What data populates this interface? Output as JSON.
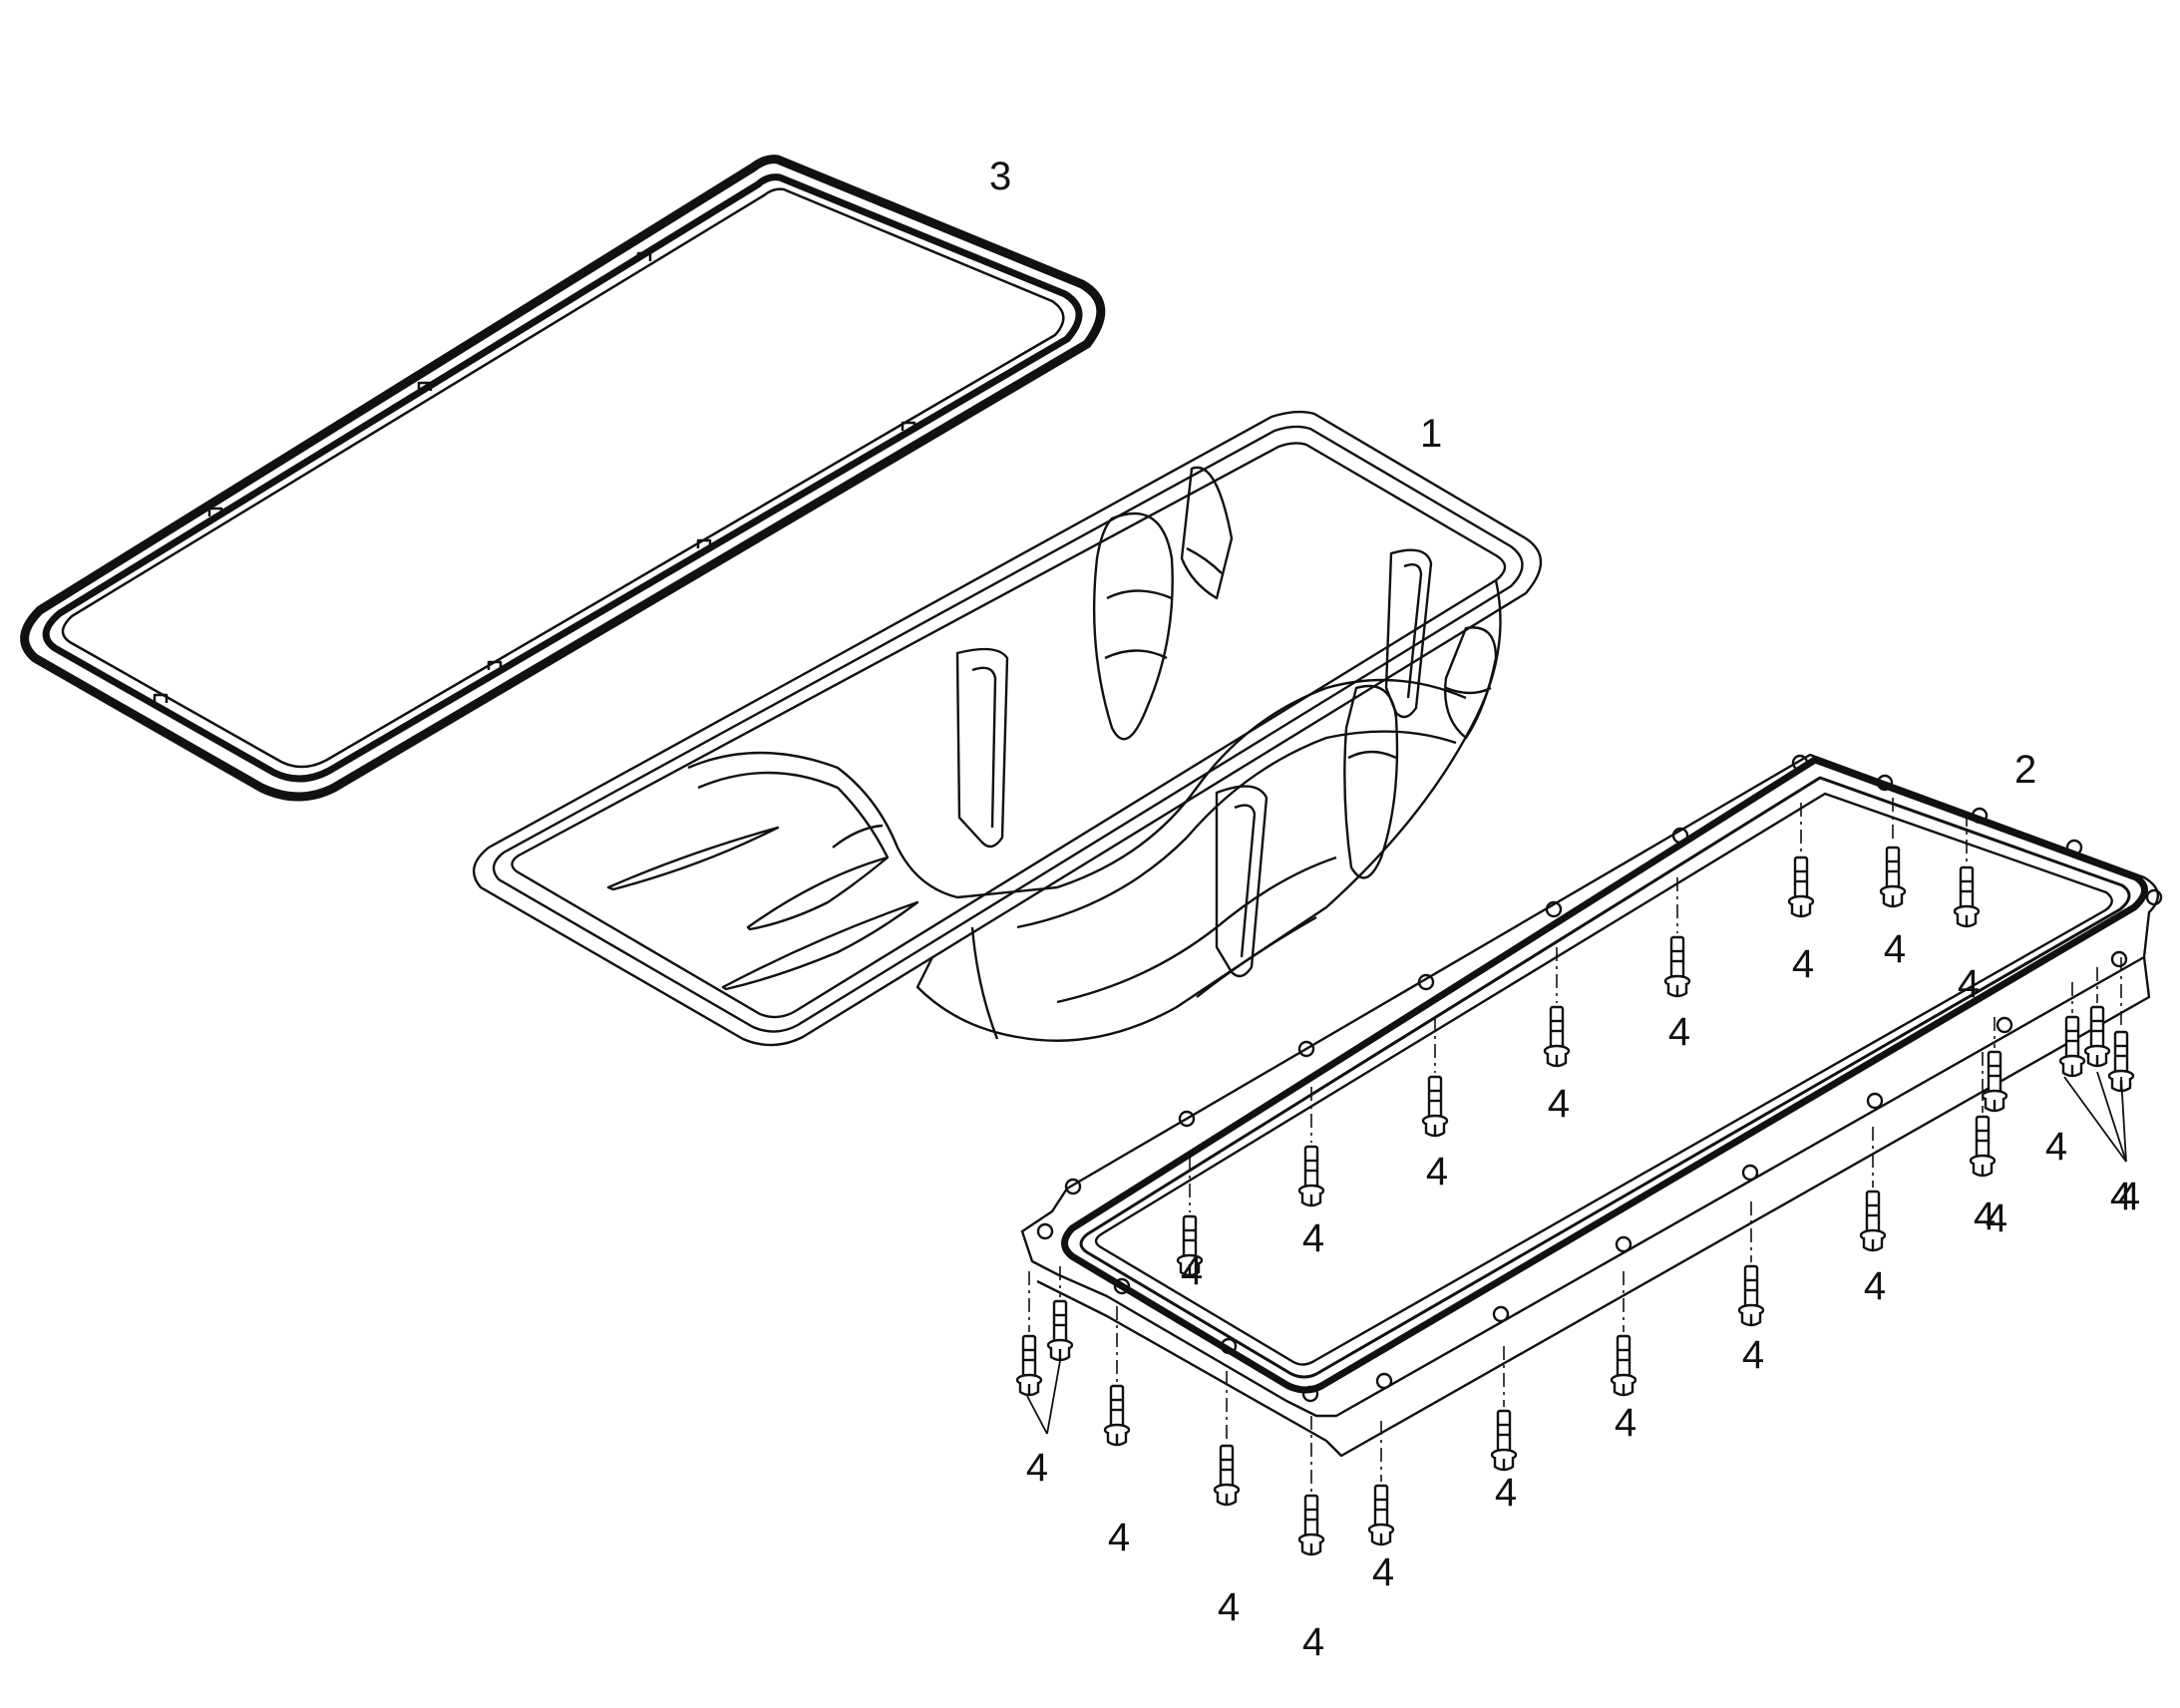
{
  "diagram": {
    "parts": [
      {
        "number": "1",
        "name": "oil-pan"
      },
      {
        "number": "2",
        "name": "oil-pan-frame"
      },
      {
        "number": "3",
        "name": "gasket"
      },
      {
        "number": "4",
        "name": "bolt"
      }
    ],
    "bolt_callout": "4",
    "colors": {
      "line": "#111111",
      "background": "#ffffff"
    }
  }
}
